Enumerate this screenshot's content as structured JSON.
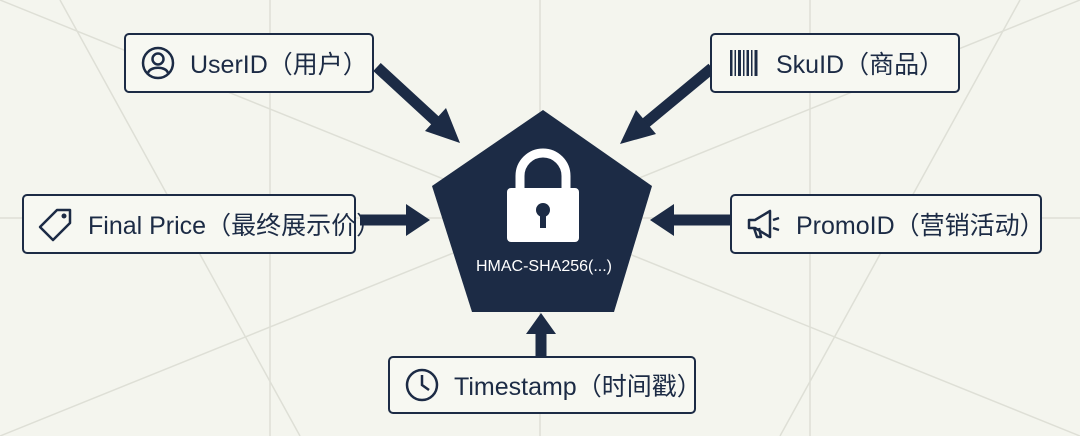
{
  "colors": {
    "primary": "#1c2b45",
    "background": "#f4f5ee",
    "box_fill": "#f7f8f2"
  },
  "center": {
    "label": "HMAC-SHA256(...)",
    "icon": "padlock-icon"
  },
  "nodes": {
    "user": {
      "label": "UserID（用户）",
      "icon": "user-icon"
    },
    "sku": {
      "label": "SkuID（商品）",
      "icon": "barcode-icon"
    },
    "price": {
      "label": "Final Price（最终展示价）",
      "icon": "price-tag-icon"
    },
    "promo": {
      "label": "PromoID（营销活动）",
      "icon": "megaphone-icon"
    },
    "time": {
      "label": "Timestamp（时间戳）",
      "icon": "clock-icon"
    }
  }
}
